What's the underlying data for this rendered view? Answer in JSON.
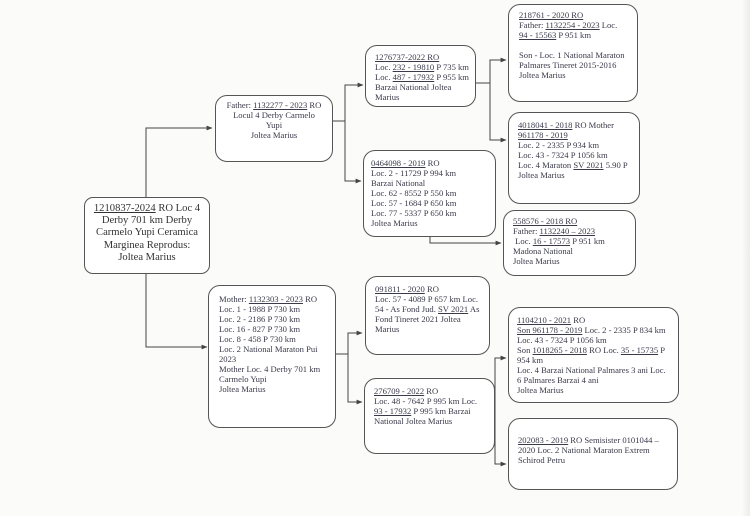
{
  "subject": {
    "lines": [
      "1210837-2024 RO Loc 4",
      "Derby 701 km Derby",
      "Carmelo Yupi Ceramica",
      "Marginea Reprodus:",
      "Joltea Marius"
    ]
  },
  "father": {
    "lines": [
      "Father: 1132277 - 2023 RO",
      "Locul 4 Derby Carmelo",
      "Yupi",
      "Joltea Marius"
    ]
  },
  "mother": {
    "lines": [
      "Mother: 1132303 - 2023 RO",
      "Loc. 1 - 1988 P 730 km",
      "Loc. 2 - 2186 P 730 km",
      "Loc. 16 - 827 P 730 km",
      "Loc. 8 - 458 P 730 km",
      "Loc. 2 National Maraton Pui",
      "2023",
      "Mother Loc. 4 Derby 701 km",
      "Carmelo Yupi",
      "Joltea Marius"
    ]
  },
  "ff": {
    "lines": [
      "1276737-2022 RO",
      "Loc. 232 - 19810 P 735 km",
      "Loc. 487 - 17932 P 955 km",
      "Barzai National Joltea",
      "Marius"
    ]
  },
  "fm": {
    "lines": [
      "0464098 - 2019 RO",
      "Loc. 2 - 11729 P 994 km",
      "Barzai National",
      "Loc. 62 - 8552 P 550 km",
      "Loc. 57 - 1684 P 650 km",
      "Loc. 77 - 5337 P 650 km",
      "Joltea Marius"
    ]
  },
  "mf": {
    "lines": [
      "091811 - 2020 RO",
      "Loc. 57 - 4089 P 657 km Loc.",
      "54 - As Fond Jud. SV 2021 As",
      "Fond Tineret 2021 Joltea",
      "Marius"
    ]
  },
  "mm": {
    "lines": [
      "276709 - 2022 RO",
      "Loc. 48 - 7642 P 995 km Loc.",
      "93 - 17932 P 995 km Barzai",
      "National Joltea Marius"
    ]
  },
  "fff": {
    "lines": [
      "218761 - 2020 RO",
      "Father: 1132254 - 2023 Loc.",
      "94 - 15563 P 951 km",
      "",
      "Son - Loc. 1 National Maraton",
      "Palmares Tineret 2015-2016",
      "Joltea Marius"
    ]
  },
  "ffm": {
    "lines": [
      "4018041 - 2018 RO Mother",
      "961178 - 2019",
      "Loc. 2 - 2335 P 934 km",
      "Loc. 43 - 7324 P 1056 km",
      "Loc. 4 Maraton SV 2021 5.90 P",
      "Joltea Marius"
    ]
  },
  "fmm": {
    "lines": [
      "558576 - 2018 RO",
      "Father: 1132240 - 2023",
      " Loc. 16 - 17573 P 951 km",
      "Madona National",
      "Joltea Marius"
    ]
  },
  "mmf": {
    "lines": [
      "1104210 - 2021 RO",
      "Son 961178 - 2019 Loc. 2 - 2335 P 834 km",
      "Loc. 43 - 7324 P 1056 km",
      "Son 1018265 - 2018 RO Loc. 35 - 15735 P",
      "954 km",
      " Loc. 4 Barzai National Palmares 3 ani Loc.",
      "6 Palmares Barzai 4 ani",
      "Joltea Marius"
    ]
  },
  "mmm": {
    "lines": [
      "202083 - 2019 RO Semisister 0101044 –",
      "2020 Loc. 2 National Maraton Extrem",
      "Schirod Petru"
    ]
  }
}
